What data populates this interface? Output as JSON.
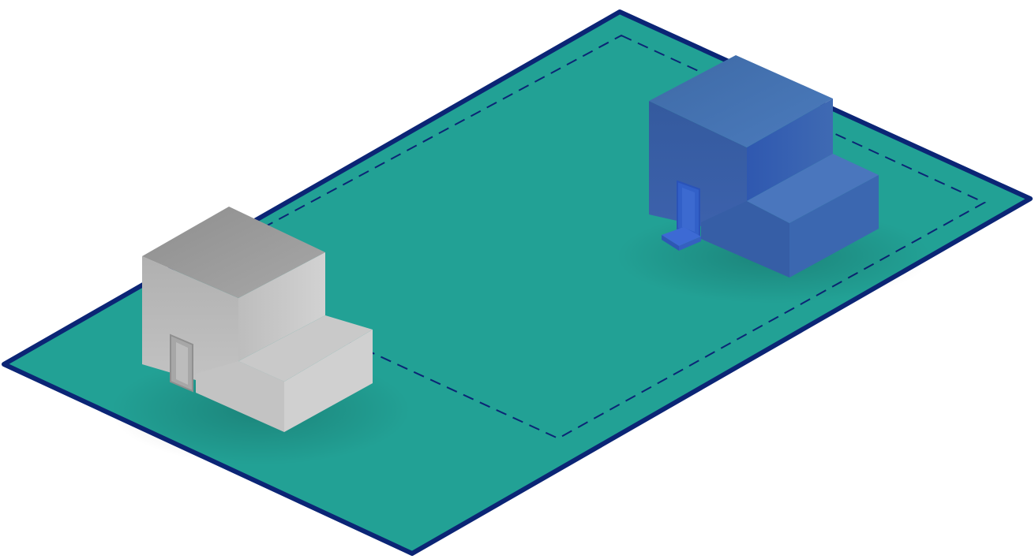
{
  "scene": {
    "description_label": "",
    "colors": {
      "background": "#ffffff",
      "lot_fill": "#22a195",
      "lot_border": "#0b2575",
      "setback_line": "#0b2575",
      "grey_building_top": "#9a9a9a",
      "grey_building_left": "#b8b8b8",
      "grey_building_right": "#c9c9c9",
      "blue_building_top": "#3f6aa8",
      "blue_building_left": "#3a5fa6",
      "blue_building_right": "#3f68b6"
    },
    "objects": [
      {
        "name": "lot",
        "kind": "ground-plane"
      },
      {
        "name": "setback-line",
        "kind": "dashed-boundary"
      },
      {
        "name": "grey-building",
        "kind": "stepped-block-with-door"
      },
      {
        "name": "blue-building",
        "kind": "stepped-block-with-door"
      }
    ]
  }
}
